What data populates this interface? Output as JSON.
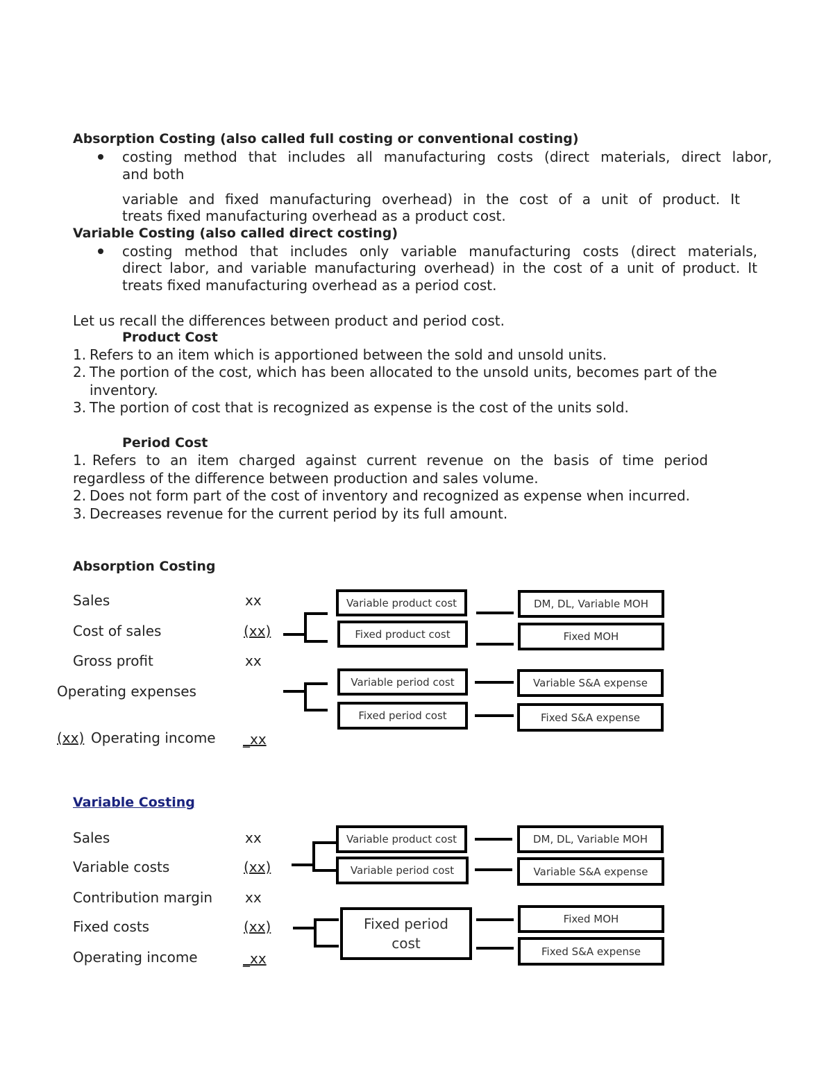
{
  "definitions": {
    "absorption": {
      "heading": "Absorption Costing (also called full costing or conventional costing)",
      "bullet_line1": "costing method that includes all manufacturing costs (direct materials, direct labor,",
      "bullet_line2": "and both",
      "cont_line1": "variable and fixed manufacturing overhead) in the cost of a unit of product. It",
      "cont_line2": "treats fixed manufacturing overhead as a product cost."
    },
    "variable": {
      "heading": "Variable Costing (also called direct costing)",
      "bullet_line1": "costing method that includes only variable manufacturing costs (direct materials,",
      "bullet_line2": "direct labor, and variable manufacturing overhead) in the cost of a unit of product. It",
      "bullet_line3": "treats fixed manufacturing overhead as a period cost."
    }
  },
  "recall": {
    "intro": "Let us recall the differences between product and period cost.",
    "product_cost": {
      "heading": "Product Cost",
      "items": [
        {
          "num": "1.",
          "text": "Refers to an item which is apportioned between the sold and unsold units."
        },
        {
          "num": "2.",
          "text": "The portion of the cost, which has been allocated to the unsold units, becomes part of the",
          "text2": "inventory."
        },
        {
          "num": "3.",
          "text": "The portion of cost that is recognized as expense is the cost of the units sold."
        }
      ]
    },
    "period_cost": {
      "heading": "Period Cost",
      "items": [
        {
          "num": "1.",
          "text": "Refers to an item charged against current revenue on the basis of time period",
          "text2": "regardless of the difference between production and sales volume."
        },
        {
          "num": "2.",
          "text": "Does not form part of the cost of inventory and recognized as expense when incurred."
        },
        {
          "num": "3.",
          "text": "Decreases revenue for the current period by its full amount."
        }
      ]
    }
  },
  "absorption_statement": {
    "heading": "Absorption Costing",
    "rows": [
      {
        "label": "Sales",
        "value": "xx"
      },
      {
        "label": "Cost of sales",
        "value": "(xx)"
      },
      {
        "label": "Gross profit",
        "value": "xx"
      },
      {
        "label": "Operating expenses",
        "value": ""
      },
      {
        "prefix": "(xx)",
        "label": "Operating income",
        "value": "_xx"
      }
    ],
    "boxes": {
      "variable_product_cost": "Variable product cost",
      "fixed_product_cost": "Fixed product cost",
      "variable_period_cost": "Variable period cost",
      "fixed_period_cost": "Fixed period cost",
      "dm_dl_variable_moh": "DM, DL, Variable MOH",
      "fixed_moh": "Fixed MOH",
      "variable_sa_expense": "Variable S&A expense",
      "fixed_sa_expense": "Fixed S&A expense"
    }
  },
  "variable_statement": {
    "heading": "Variable Costing",
    "rows": [
      {
        "label": "Sales",
        "value": "xx"
      },
      {
        "label": "Variable costs",
        "value": "(xx)"
      },
      {
        "label": "Contribution margin",
        "value": "xx"
      },
      {
        "label": "Fixed costs",
        "value": "(xx)"
      },
      {
        "label": "Operating income",
        "value": "_xx"
      }
    ],
    "boxes": {
      "variable_product_cost": "Variable product cost",
      "variable_period_cost": "Variable period cost",
      "fixed_period_cost": "Fixed period cost",
      "dm_dl_variable_moh": "DM, DL, Variable MOH",
      "variable_sa_expense": "Variable S&A expense",
      "fixed_moh": "Fixed MOH",
      "fixed_sa_expense": "Fixed S&A expense"
    }
  },
  "colors": {
    "text": "#222222",
    "link": "#1a237e",
    "border": "#000000"
  }
}
